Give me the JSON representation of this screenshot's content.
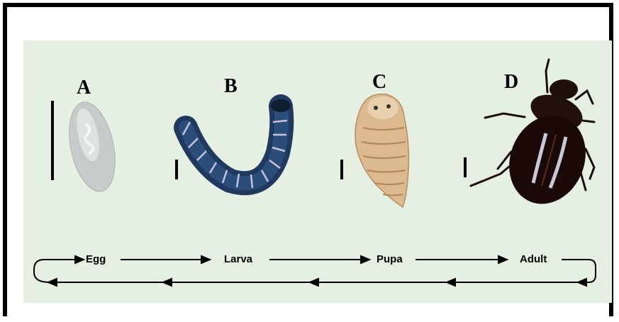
{
  "panels": [
    {
      "letter": "A",
      "stage": "Egg"
    },
    {
      "letter": "B",
      "stage": "Larva"
    },
    {
      "letter": "C",
      "stage": "Pupa"
    },
    {
      "letter": "D",
      "stage": "Adult"
    }
  ],
  "colors": {
    "panel_background": "#e6f0e2",
    "egg": "#c9cfcc",
    "larva": "#1d3557",
    "pupa": "#d9b48a",
    "adult": "#1a0d0a"
  }
}
